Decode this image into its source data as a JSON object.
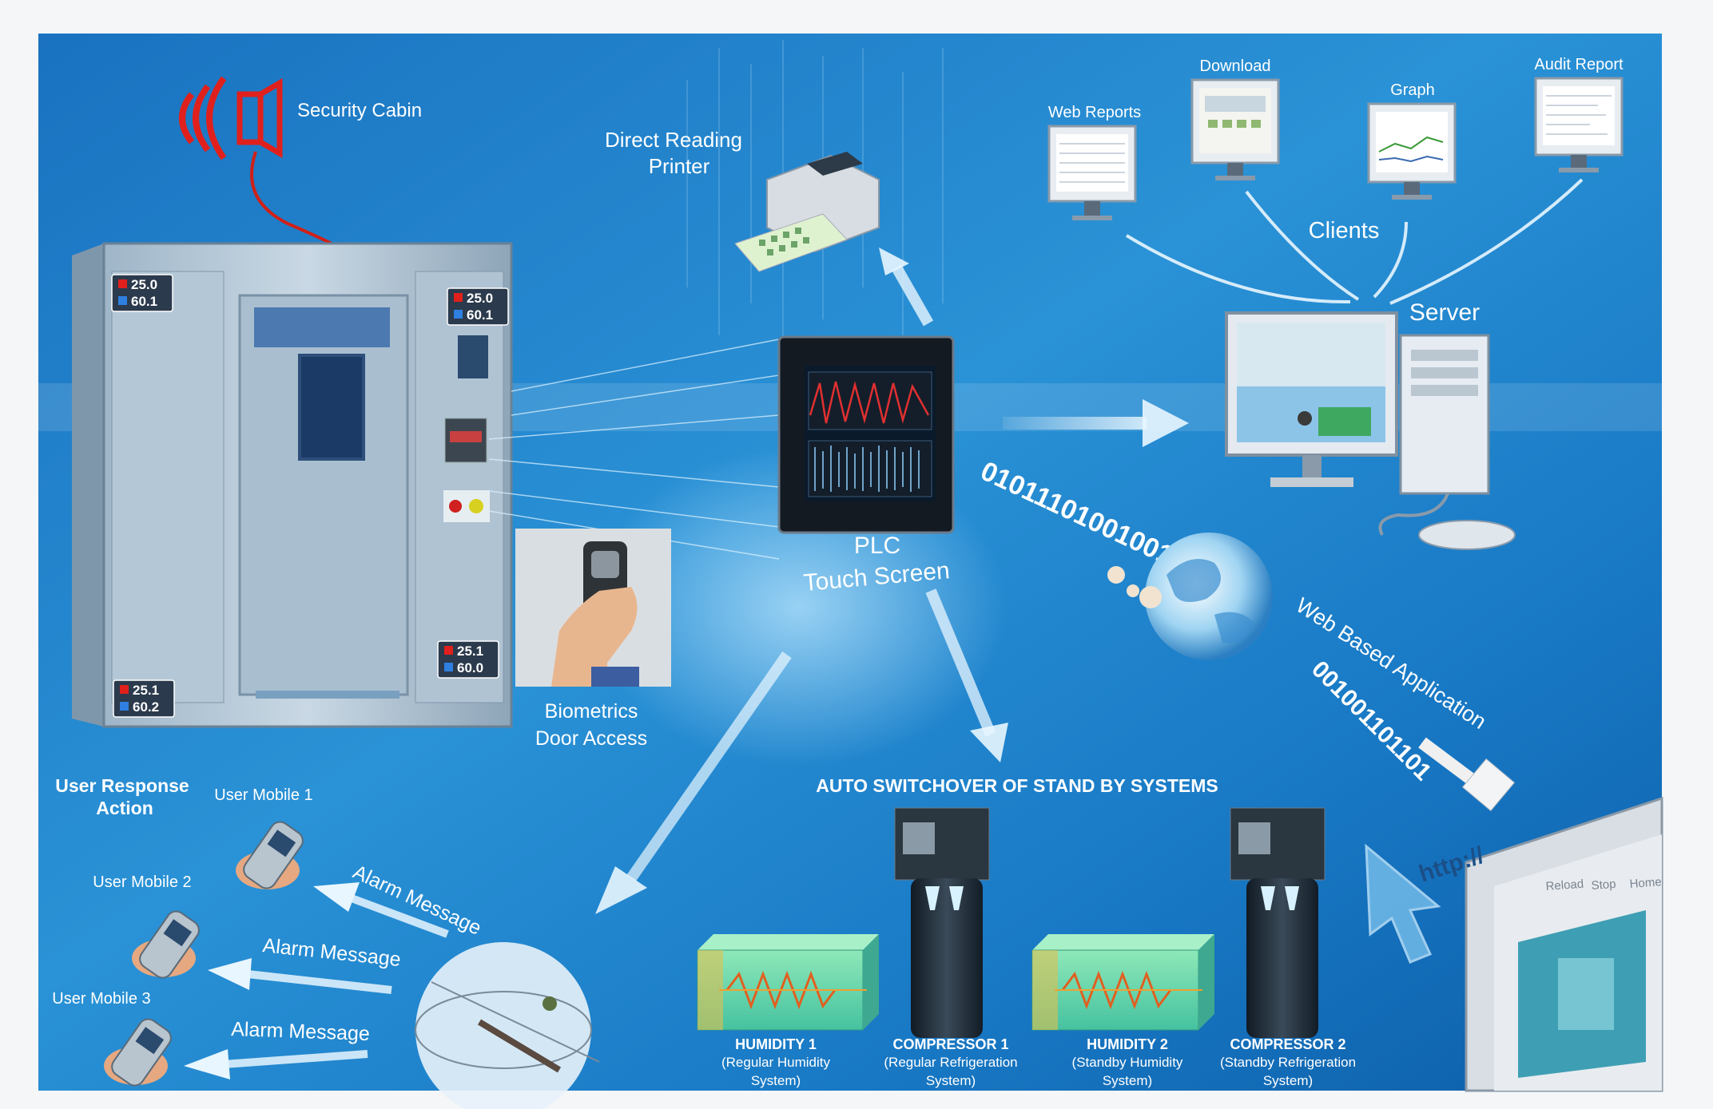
{
  "security_cabin": "Security Cabin",
  "printer": [
    "Direct Reading",
    "Printer"
  ],
  "clients": {
    "label": "Clients",
    "items": [
      "Web Reports",
      "Download",
      "Graph",
      "Audit Report"
    ]
  },
  "server": "Server",
  "plc": [
    "PLC",
    "Touch Screen"
  ],
  "biometrics": [
    "Biometrics",
    "Door Access"
  ],
  "web_app": "Web Based Application",
  "binary_top": "0101110100100100",
  "binary_bottom": "001001101101",
  "url_text": "http://",
  "browser_buttons": [
    "Reload",
    "Stop",
    "Home"
  ],
  "readings": {
    "top_left": [
      "25.0",
      "60.1"
    ],
    "top_right": [
      "25.0",
      "60.1"
    ],
    "bottom_left": [
      "25.1",
      "60.2"
    ],
    "bottom_right": [
      "25.1",
      "60.0"
    ]
  },
  "user_response": {
    "title": [
      "User Response",
      "Action"
    ],
    "mobiles": [
      "User Mobile 1",
      "User Mobile 2",
      "User Mobile 3"
    ],
    "alarm": "Alarm Message"
  },
  "switchover": {
    "title": "AUTO SWITCHOVER OF STAND BY SYSTEMS",
    "units": [
      {
        "name": "HUMIDITY 1",
        "desc": [
          "(Regular Humidity",
          "System)"
        ]
      },
      {
        "name": "COMPRESSOR 1",
        "desc": [
          "(Regular Refrigeration",
          "System)"
        ]
      },
      {
        "name": "HUMIDITY 2",
        "desc": [
          "(Standby Humidity",
          "System)"
        ]
      },
      {
        "name": "COMPRESSOR 2",
        "desc": [
          "(Standby Refrigeration",
          "System)"
        ]
      }
    ]
  },
  "colors": {
    "bg_dark": "#0b5fa8",
    "bg_light": "#4fb4ea",
    "alarm_red": "#e0201c",
    "humidity_green": "#6fd8a0"
  }
}
